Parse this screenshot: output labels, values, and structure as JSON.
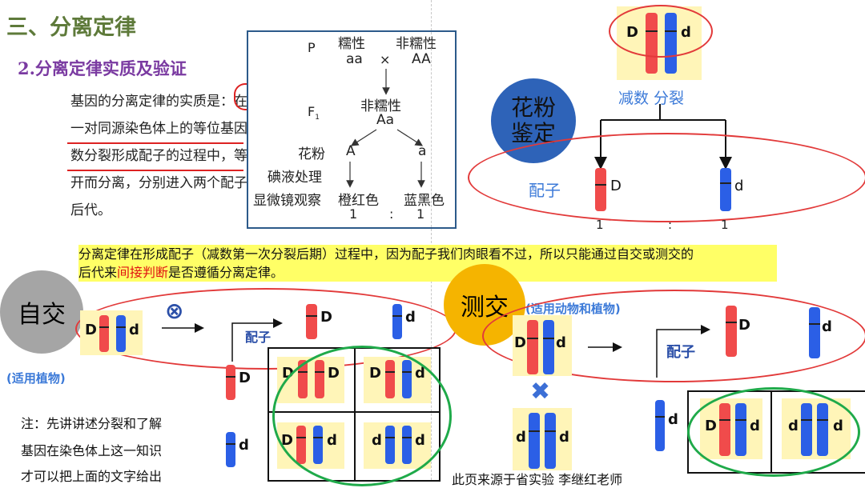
{
  "title": {
    "main": "三、分离定律",
    "sub": "2.分离定律实质及验证"
  },
  "paragraph": {
    "line1": "基因的分离定律的实质是：在",
    "line2": "一对同源染色体上的等位基因，具",
    "line3": "数分裂形成配子的过程中，等位基",
    "line4": "开而分离，分别进入两个配子中",
    "line5": "后代。"
  },
  "cross_box": {
    "p_label": "P",
    "parent1_phenotype": "糯性",
    "parent1_genotype": "aa",
    "cross_symbol": "×",
    "parent2_phenotype": "非糯性",
    "parent2_genotype": "AA",
    "f1_label": "F",
    "f1_sub": "1",
    "f1_phenotype": "非糯性",
    "f1_genotype": "Aa",
    "pollen_label": "花粉",
    "iodine_label": "碘液处理",
    "microscope_label": "显微镜观察",
    "gamete_a_upper": "A",
    "gamete_a_lower": "a",
    "result1": "橙红色",
    "result2": "蓝黑色",
    "ratio1": "1",
    "ratio_colon": ":",
    "ratio2": "1"
  },
  "pollen_test": {
    "badge": "花粉\n鉴定",
    "allele_D": "D",
    "allele_d": "d",
    "meiosis_label": "减数 分裂",
    "gamete_label": "配子",
    "ratio1": "1",
    "ratio_colon": ":",
    "ratio2": "1"
  },
  "yellow_note": {
    "part1": "分离定律在形成配子（减数第一次分裂后期）过程中，因为配子我们肉眼看不过，所以只能通过自交或测交的",
    "part2a": "后代来",
    "part2_highlight": "间接判断",
    "part2b": "是否遵循分离定律。"
  },
  "selfing": {
    "badge": "自交",
    "applicable": "(适用植物)",
    "self_symbol": "⊗",
    "gamete_label": "配子",
    "allele_D": "D",
    "allele_d": "d"
  },
  "testcross": {
    "badge": "测交",
    "applicable": "(适用动物和植物)",
    "cross_symbol": "✖",
    "gamete_label": "配子",
    "allele_D": "D",
    "allele_d": "d"
  },
  "bottom_note": {
    "line1": "注：先讲讲述分裂和了解",
    "line2": "基因在染色体上这一知识",
    "line3": "才可以把上面的文字给出"
  },
  "source": "此页来源于省实验  李继红老师",
  "colors": {
    "red": "#f04b4b",
    "blue": "#2b5fe6",
    "ellipse_red": "#e23a3a",
    "ellipse_green": "#1faa4a",
    "yellow": "#ffff66"
  }
}
